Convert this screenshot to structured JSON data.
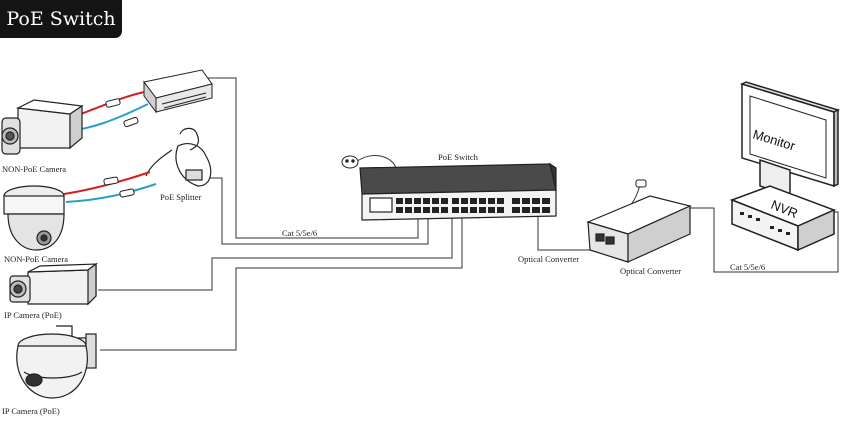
{
  "header": {
    "title": "PoE Switch"
  },
  "labels": {
    "poe_switch": "PoE Switch",
    "poe_splitter": "PoE Splitter",
    "non_poe_camera_1": "NON-PoE Camera",
    "non_poe_camera_2": "NON-PoE Camera",
    "ip_camera_1": "IP Camera (PoE)",
    "ip_camera_2": "IP Camera (PoE)",
    "cable_left": "Cat 5/5e/6",
    "cable_right": "Cat 5/5e/6",
    "optical_converter_1": "Optical Converter",
    "optical_converter_2": "Optical Converter",
    "monitor": "Monitor",
    "nvr": "NVR"
  },
  "colors": {
    "power_cable": "#d42020",
    "data_cable": "#2aa0c8",
    "line": "#333333"
  }
}
